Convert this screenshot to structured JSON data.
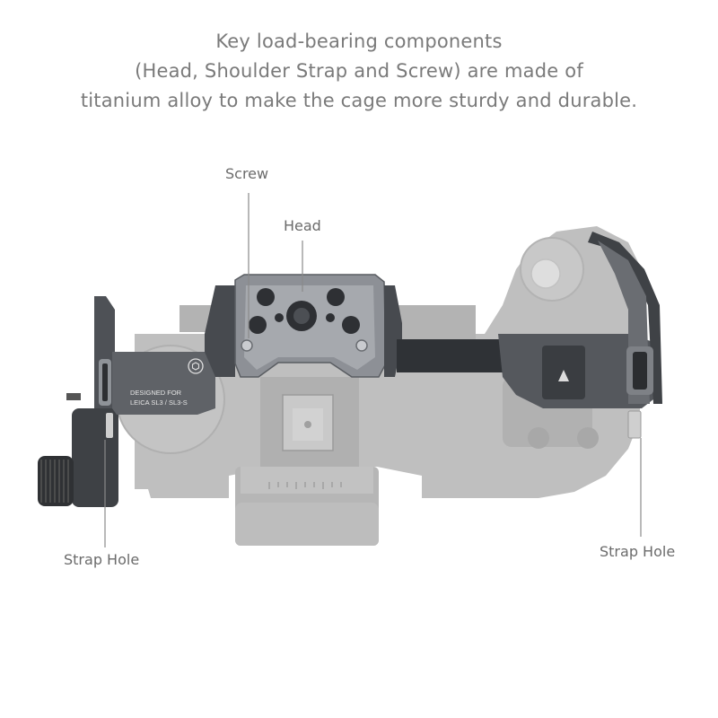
{
  "headline": {
    "line1": "Key load-bearing components",
    "line2": "(Head, Shoulder Strap and Screw) are made of",
    "line3": "titanium alloy to make the cage more sturdy and durable."
  },
  "callouts": {
    "screw": "Screw",
    "head": "Head",
    "strap_hole_left": "Strap Hole",
    "strap_hole_right": "Strap Hole"
  },
  "product": {
    "engraving_line1": "DESIGNED FOR",
    "engraving_line2": "LEICA SL3 / SL3-S",
    "cage_color": "#5a5d62",
    "camera_color": "#b9b9b9"
  }
}
